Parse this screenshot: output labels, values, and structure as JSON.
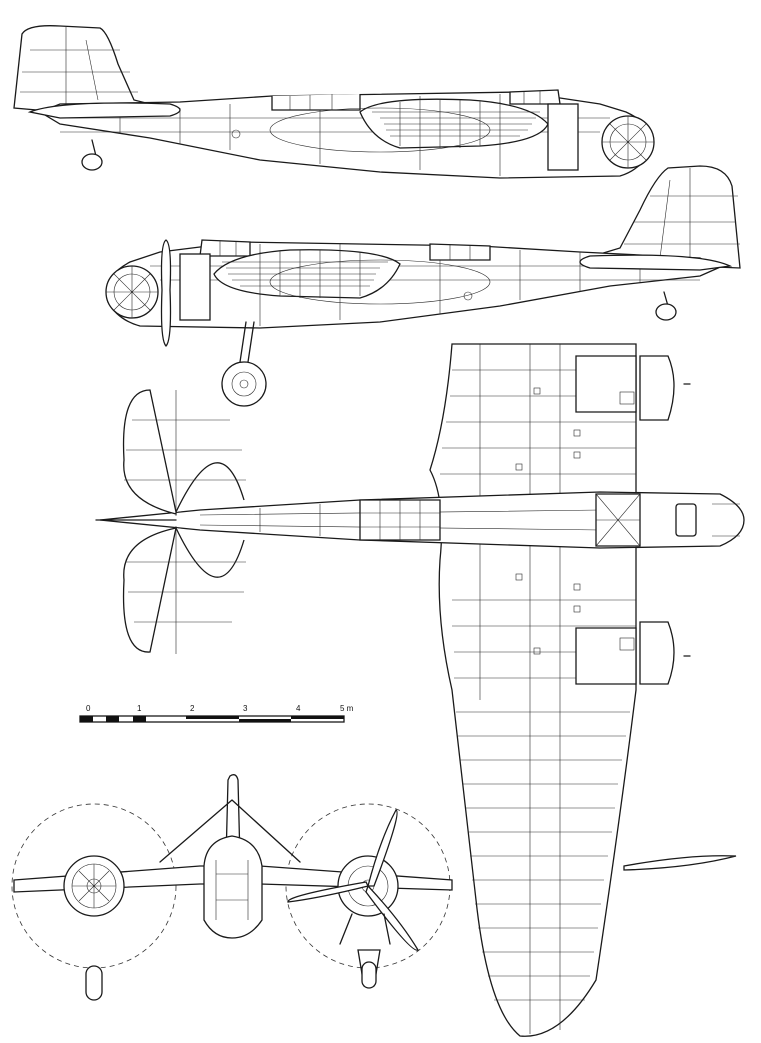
{
  "scale_bar": {
    "labels": [
      "0",
      "1",
      "2",
      "3",
      "4",
      "5 m"
    ]
  },
  "views": [
    {
      "name": "side-view-left"
    },
    {
      "name": "side-view-right"
    },
    {
      "name": "top-view"
    },
    {
      "name": "front-view"
    }
  ]
}
